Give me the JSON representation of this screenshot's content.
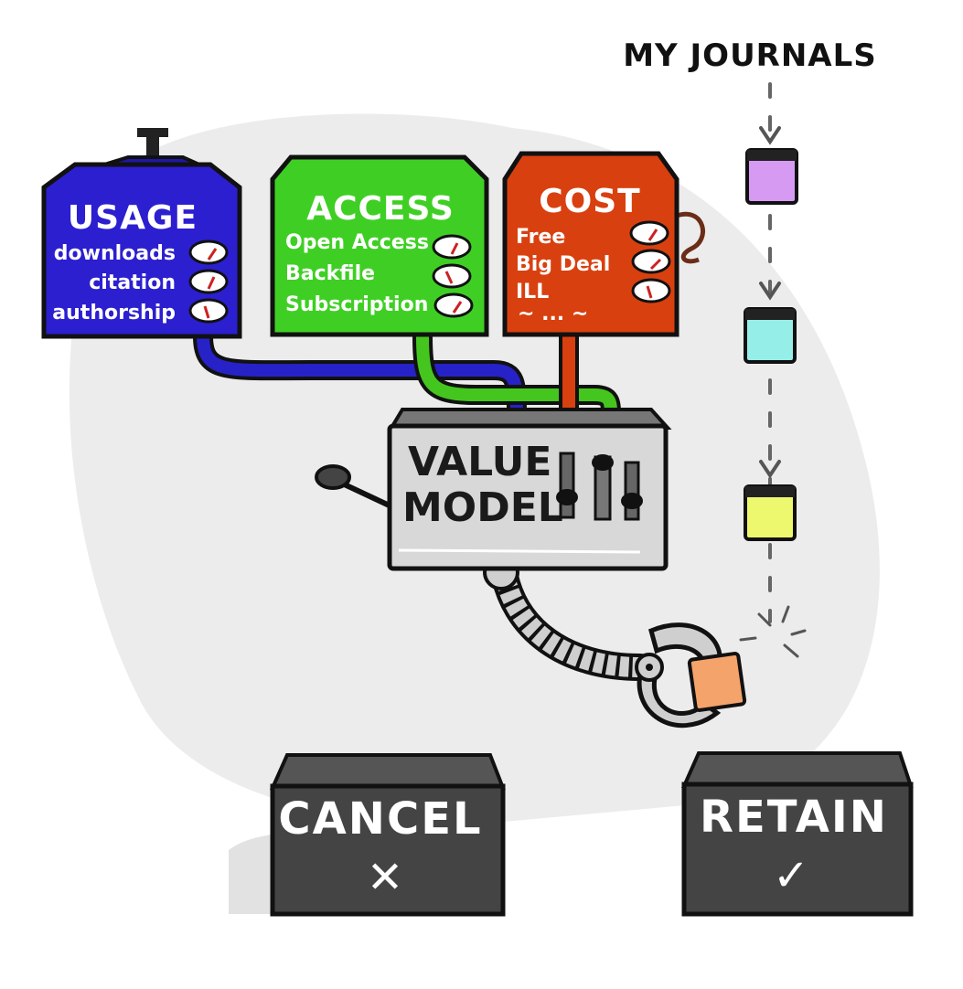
{
  "header": {
    "title": "MY JOURNALS"
  },
  "usage": {
    "title": "USAGE",
    "items": [
      "downloads",
      "citation",
      "authorship"
    ],
    "color": "#2b1fd0"
  },
  "access": {
    "title": "ACCESS",
    "items": [
      "Open Access",
      "Backfile",
      "Subscription"
    ],
    "color": "#3fcf24"
  },
  "cost": {
    "title": "COST",
    "items": [
      "Free",
      "Big Deal",
      "ILL",
      "~ ... ~"
    ],
    "color": "#d9400f"
  },
  "value_model": {
    "line1": "VALUE",
    "line2": "MODEL"
  },
  "journals": {
    "colors": [
      "#d79af2",
      "#95eee8",
      "#eef86e",
      "#f4a36a"
    ]
  },
  "bins": {
    "cancel": {
      "label": "CANCEL",
      "mark": "✕"
    },
    "retain": {
      "label": "RETAIN",
      "mark": "✓"
    }
  },
  "colors": {
    "pipe_blue": "#2622c8",
    "pipe_green": "#44c61f",
    "pipe_orange": "#d9400f",
    "bin": "#444444",
    "machine": "#d8d8d8",
    "backdrop": "#ececec"
  }
}
